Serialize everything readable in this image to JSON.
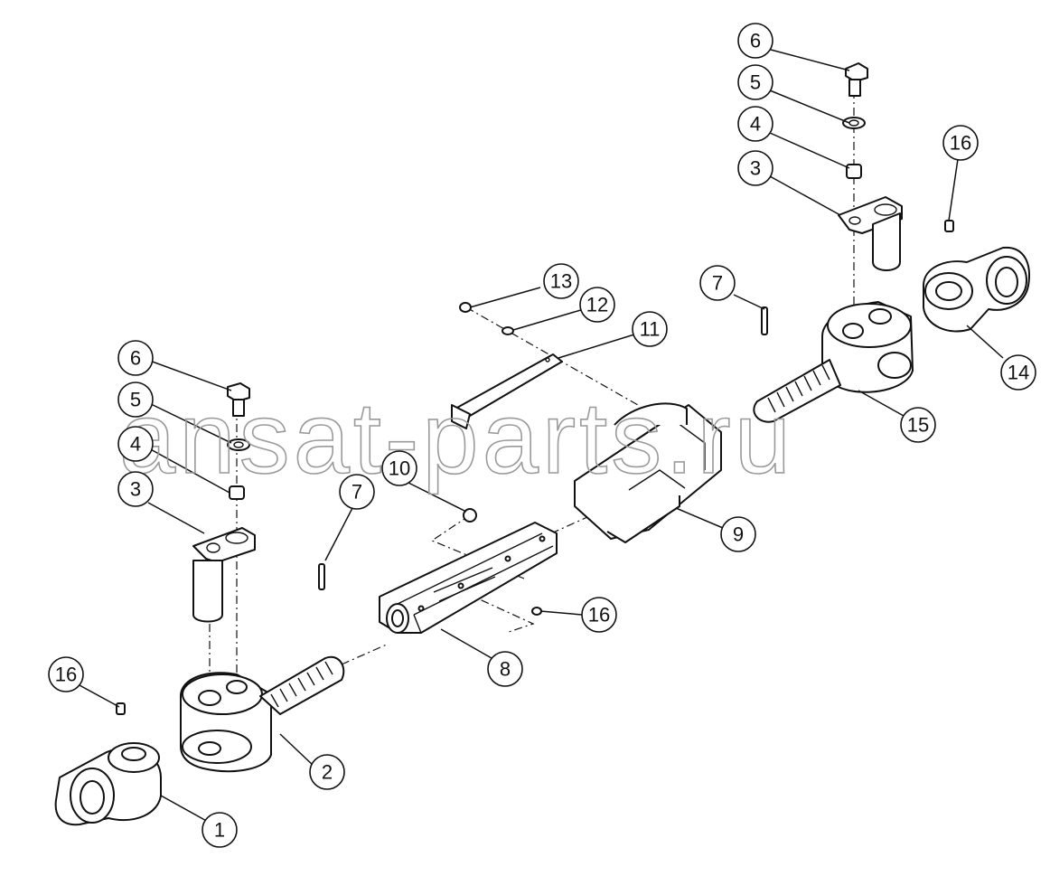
{
  "watermark": "ansat-parts.ru",
  "callouts": [
    {
      "key": "c1",
      "label": "1"
    },
    {
      "key": "c2",
      "label": "2"
    },
    {
      "key": "c3a",
      "label": "3"
    },
    {
      "key": "c3b",
      "label": "3"
    },
    {
      "key": "c4a",
      "label": "4"
    },
    {
      "key": "c4b",
      "label": "4"
    },
    {
      "key": "c5a",
      "label": "5"
    },
    {
      "key": "c5b",
      "label": "5"
    },
    {
      "key": "c6a",
      "label": "6"
    },
    {
      "key": "c6b",
      "label": "6"
    },
    {
      "key": "c7a",
      "label": "7"
    },
    {
      "key": "c7b",
      "label": "7"
    },
    {
      "key": "c8",
      "label": "8"
    },
    {
      "key": "c9",
      "label": "9"
    },
    {
      "key": "c10",
      "label": "10"
    },
    {
      "key": "c11",
      "label": "11"
    },
    {
      "key": "c12",
      "label": "12"
    },
    {
      "key": "c13",
      "label": "13"
    },
    {
      "key": "c14",
      "label": "14"
    },
    {
      "key": "c15",
      "label": "15"
    },
    {
      "key": "c16a",
      "label": "16"
    },
    {
      "key": "c16b",
      "label": "16"
    },
    {
      "key": "c16c",
      "label": "16"
    }
  ]
}
